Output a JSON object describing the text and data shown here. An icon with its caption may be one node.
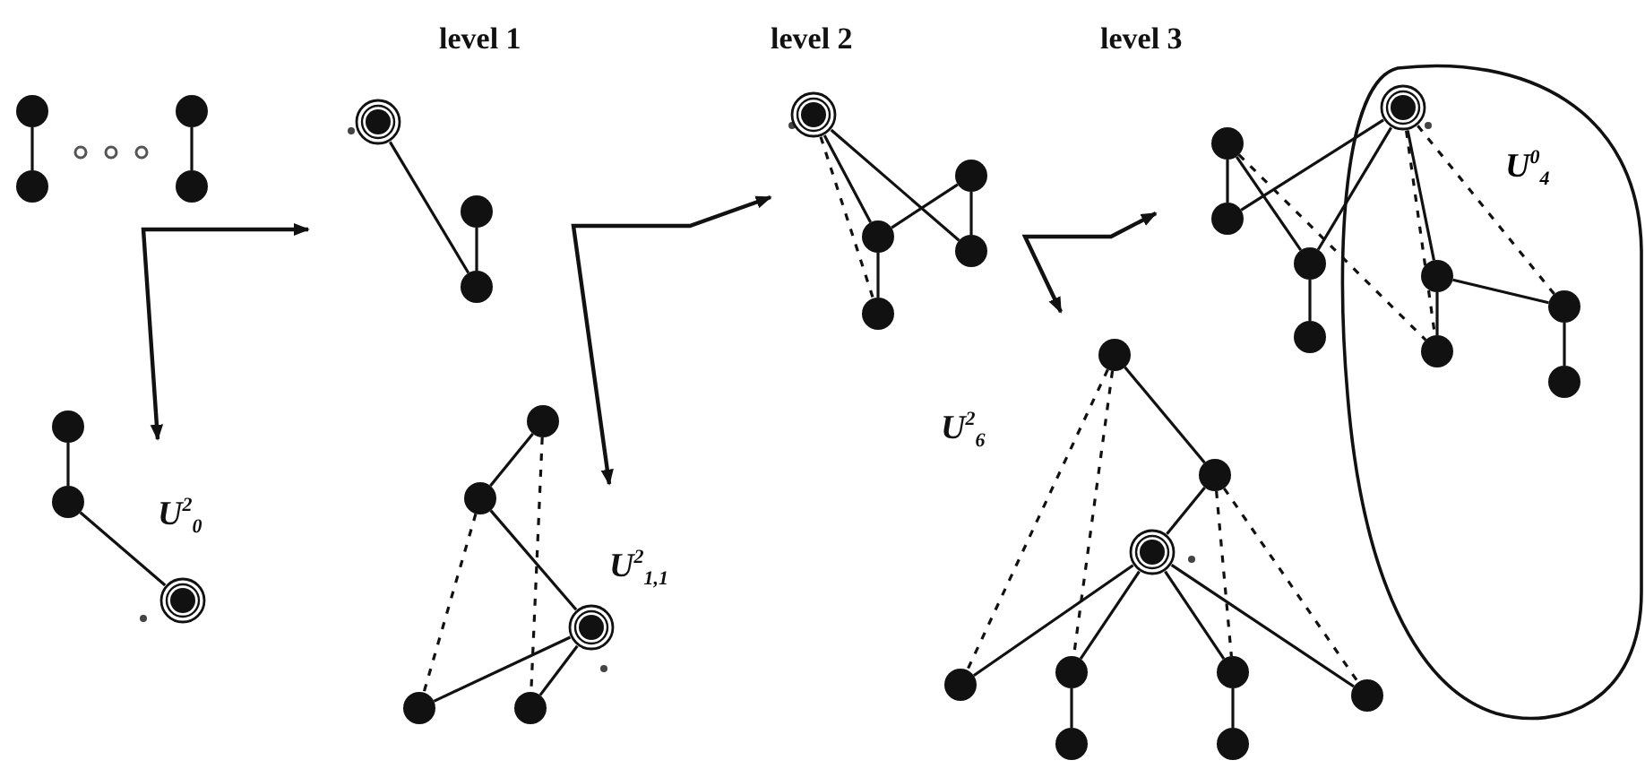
{
  "diagram": {
    "nodes": [
      {
        "text": [],
        "shape": "circle"
      },
      {
        "text": [],
        "shape": "circle"
      },
      {
        "text": [],
        "shape": "circle"
      },
      {
        "text": [],
        "shape": "circle"
      },
      {
        "text": [],
        "shape": "circle"
      },
      {
        "text": [],
        "shape": "circle"
      },
      {
        "text": [],
        "shape": "circle"
      },
      {
        "text": [],
        "shape": "circle"
      },
      {
        "text": [],
        "shape": "circle"
      },
      {
        "text": [],
        "shape": "circle"
      },
      {
        "text": [],
        "shape": "circle"
      },
      {
        "text": [],
        "shape": "circle"
      },
      {
        "text": [],
        "shape": "circle"
      },
      {
        "text": [],
        "shape": "circle"
      },
      {
        "text": [],
        "shape": "circle"
      },
      {
        "text": [],
        "shape": "circle"
      },
      {
        "text": [],
        "shape": "circle"
      },
      {
        "text": [],
        "shape": "circle"
      },
      {
        "text": [],
        "shape": "circle"
      },
      {
        "text": [],
        "shape": "circle"
      },
      {
        "text": [],
        "shape": "circle"
      },
      {
        "text": [],
        "shape": "circle"
      },
      {
        "text": [
          "U$^{0}$$_{4}$"
        ]
      },
      {
        "text": [],
        "shape": "circle",
        "in": 22
      },
      {
        "text": [],
        "shape": "circle"
      },
      {
        "text": [],
        "shape": "circle"
      },
      {
        "text": [],
        "shape": "circle",
        "in": 22
      },
      {
        "text": [],
        "shape": "circle",
        "in": 22
      },
      {
        "text": [],
        "shape": "circle",
        "in": 22
      },
      {
        "text": [],
        "shape": "circle",
        "in": 22
      },
      {
        "text": [],
        "shape": "circle"
      },
      {
        "text": [],
        "shape": "circle"
      },
      {
        "text": [],
        "shape": "circle"
      },
      {
        "text": [],
        "shape": "circle"
      },
      {
        "text": [],
        "shape": "circle"
      },
      {
        "text": [],
        "shape": "circle"
      },
      {
        "text": [],
        "shape": "circle"
      },
      {
        "text": [],
        "shape": "circle"
      },
      {
        "text": [],
        "shape": "circle"
      }
    ],
    "edges": [
      {
        "from": 0,
        "to": 1,
        "arrow": "none"
      },
      {
        "from": 2,
        "to": 3,
        "arrow": "none"
      },
      {
        "from": 4,
        "to": 6,
        "arrow": "none"
      },
      {
        "from": 5,
        "to": 6,
        "arrow": "none"
      },
      {
        "from": 7,
        "to": 8,
        "arrow": "none"
      },
      {
        "from": 8,
        "to": 9,
        "arrow": "none"
      },
      {
        "from": 10,
        "to": 11,
        "arrow": "none"
      },
      {
        "from": 11,
        "to": 12,
        "arrow": "none"
      },
      {
        "from": 12,
        "to": 13,
        "arrow": "none"
      },
      {
        "from": 12,
        "to": 14,
        "arrow": "none"
      },
      {
        "from": 11,
        "to": 13,
        "arrow": "none",
        "style": "dashed"
      },
      {
        "from": 10,
        "to": 14,
        "arrow": "none",
        "style": "dashed"
      },
      {
        "from": 15,
        "to": 16,
        "arrow": "none"
      },
      {
        "from": 15,
        "to": 18,
        "arrow": "none"
      },
      {
        "from": 16,
        "to": 17,
        "arrow": "none"
      },
      {
        "from": 17,
        "to": 18,
        "arrow": "none"
      },
      {
        "from": 16,
        "to": 19,
        "arrow": "none"
      },
      {
        "from": 15,
        "to": 19,
        "arrow": "none",
        "style": "dashed"
      },
      {
        "from": 20,
        "to": 21,
        "arrow": "none"
      },
      {
        "from": 21,
        "to": 23,
        "arrow": "none"
      },
      {
        "from": 20,
        "to": 24,
        "arrow": "none"
      },
      {
        "from": 24,
        "to": 23,
        "arrow": "none"
      },
      {
        "from": 24,
        "to": 25,
        "arrow": "none"
      },
      {
        "from": 23,
        "to": 26,
        "arrow": "none"
      },
      {
        "from": 26,
        "to": 27,
        "arrow": "none"
      },
      {
        "from": 26,
        "to": 28,
        "arrow": "none"
      },
      {
        "from": 28,
        "to": 29,
        "arrow": "none"
      },
      {
        "from": 20,
        "to": 27,
        "arrow": "none",
        "style": "dashed"
      },
      {
        "from": 23,
        "to": 27,
        "arrow": "none",
        "style": "dashed"
      },
      {
        "from": 23,
        "to": 28,
        "arrow": "none",
        "style": "dashed"
      },
      {
        "from": 30,
        "to": 31,
        "arrow": "none"
      },
      {
        "from": 31,
        "to": 32,
        "arrow": "none"
      },
      {
        "from": 32,
        "to": 33,
        "arrow": "none"
      },
      {
        "from": 32,
        "to": 34,
        "arrow": "none"
      },
      {
        "from": 32,
        "to": 36,
        "arrow": "none"
      },
      {
        "from": 32,
        "to": 38,
        "arrow": "none"
      },
      {
        "from": 34,
        "to": 35,
        "arrow": "none"
      },
      {
        "from": 36,
        "to": 37,
        "arrow": "none"
      },
      {
        "from": 30,
        "to": 33,
        "arrow": "none",
        "style": "dashed"
      },
      {
        "from": 30,
        "to": 34,
        "arrow": "none",
        "style": "dashed"
      },
      {
        "from": 31,
        "to": 36,
        "arrow": "none",
        "style": "dashed"
      },
      {
        "from": 31,
        "to": 38,
        "arrow": "none",
        "style": "dashed"
      }
    ],
    "labels": [
      "level 1",
      "level 2",
      "level 3",
      "U$^{2}$$_{0}$",
      "U$^{2}$$_{1,1}$",
      "U$^{2}$$_{6}$"
    ]
  }
}
